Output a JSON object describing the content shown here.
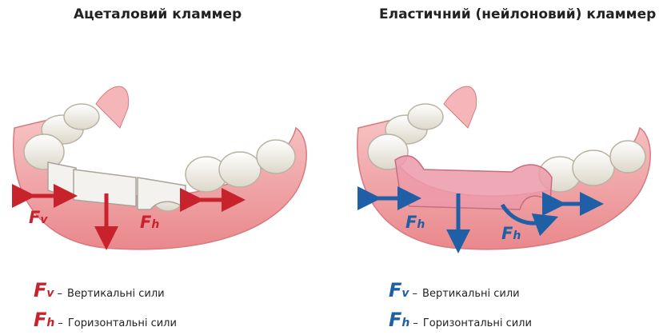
{
  "titles": {
    "left": "Ацеталовий кламмер",
    "right": "Еластичний (нейлоновий) кламмер"
  },
  "force_symbol": "F",
  "force_sub": {
    "vertical": "v",
    "horizontal": "h"
  },
  "legend": {
    "dash": "–",
    "vertical": "Вертикальні сили",
    "horizontal": "Горизонтальні сили"
  },
  "colors": {
    "left_accent": "#c8232c",
    "right_accent": "#1f5fa6",
    "gum": "#f2a3a6",
    "tooth": "#f7f5ef",
    "clasp_pink": "#e8a0ae"
  }
}
